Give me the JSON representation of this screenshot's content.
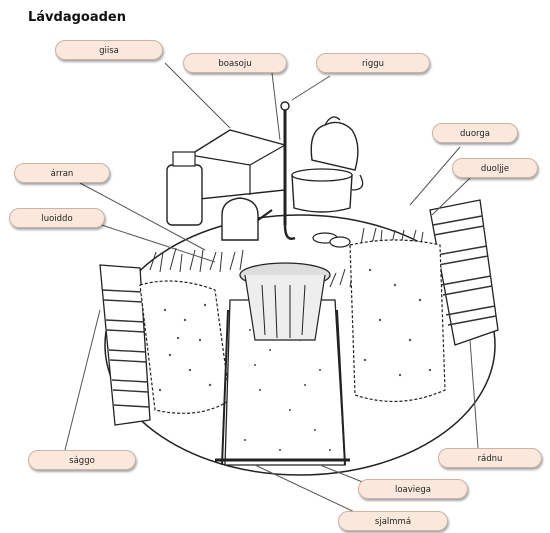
{
  "title": "Lávdagoaden",
  "labels": {
    "giisa": "giisa",
    "boasoju": "boasoju",
    "riggu": "riggu",
    "duorga": "duorga",
    "duolji": "duoljje",
    "arran": "árran",
    "luoidda": "luoiddo",
    "sagge": "sággo",
    "radnu": "rádnu",
    "loaviega": "loaviega",
    "sjalmma": "sjalmmá"
  }
}
